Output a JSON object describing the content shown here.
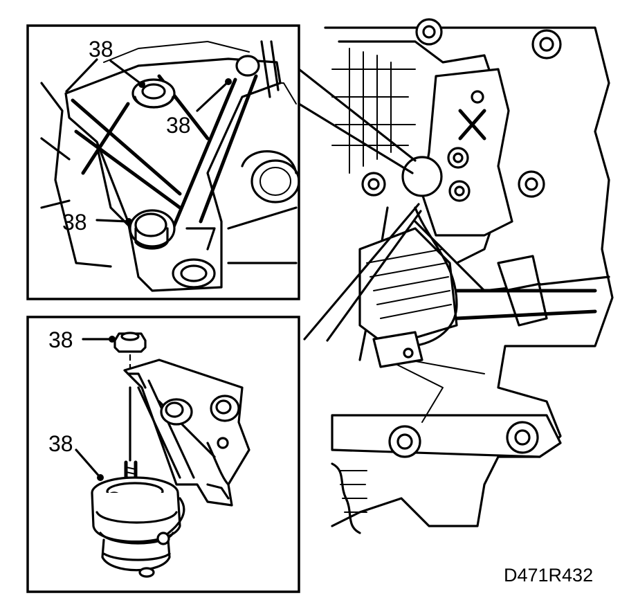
{
  "diagram": {
    "labels": {
      "top_1": "38",
      "top_2": "38",
      "top_3": "38",
      "bottom_1": "38",
      "bottom_2": "38"
    },
    "code": "D471R432"
  }
}
